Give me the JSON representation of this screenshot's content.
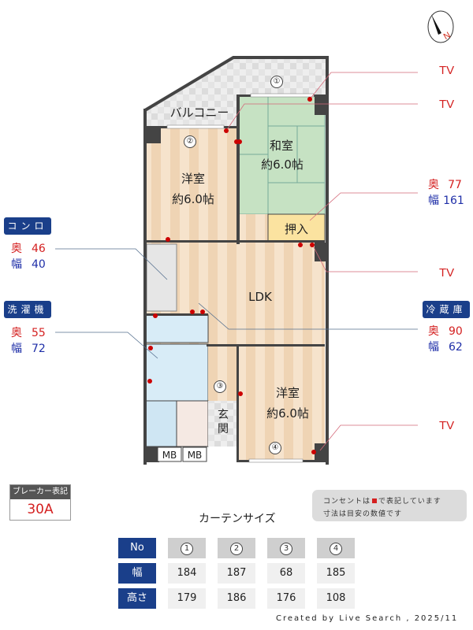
{
  "compass": {
    "label": "N"
  },
  "rooms": {
    "balcony": "バルコニー",
    "washitsu_name": "和室",
    "washitsu_size": "約6.0帖",
    "youshitsu1_name": "洋室",
    "youshitsu1_size": "約6.0帖",
    "oshiire": "押入",
    "ldk": "LDK",
    "youshitsu2_name": "洋室",
    "youshitsu2_size": "約6.0帖",
    "genkan": "玄関",
    "mb1": "MB",
    "mb2": "MB"
  },
  "window_markers": [
    "①",
    "②",
    "③",
    "④"
  ],
  "tv_labels": [
    "TV",
    "TV",
    "TV",
    "TV"
  ],
  "oshiire_dims": {
    "depth_label": "奥",
    "depth": "77",
    "width_label": "幅",
    "width": "161"
  },
  "konro": {
    "title": "コンロ",
    "depth_label": "奥",
    "depth": "46",
    "width_label": "幅",
    "width": "40"
  },
  "washer": {
    "title": "洗濯機",
    "depth_label": "奥",
    "depth": "55",
    "width_label": "幅",
    "width": "72"
  },
  "fridge": {
    "title": "冷蔵庫",
    "depth_label": "奥",
    "depth": "90",
    "width_label": "幅",
    "width": "62"
  },
  "breaker": {
    "title": "ブレーカー表記",
    "value": "30A"
  },
  "note": {
    "line1_pre": "コンセントは",
    "line1_post": "で表記しています",
    "line2": "寸法は目安の数値です"
  },
  "curtain": {
    "title": "カーテンサイズ",
    "row_headers": [
      "No",
      "幅",
      "高さ"
    ],
    "numbers": [
      "1",
      "2",
      "3",
      "4"
    ],
    "widths": [
      "184",
      "187",
      "68",
      "185"
    ],
    "heights": [
      "179",
      "186",
      "176",
      "108"
    ]
  },
  "credit": "Created by Live Search , 2025/11",
  "colors": {
    "accent_blue": "#1a3f8a",
    "red": "#d42020",
    "tatami": "#c6e2c3",
    "floor": "#f3dcc0"
  }
}
